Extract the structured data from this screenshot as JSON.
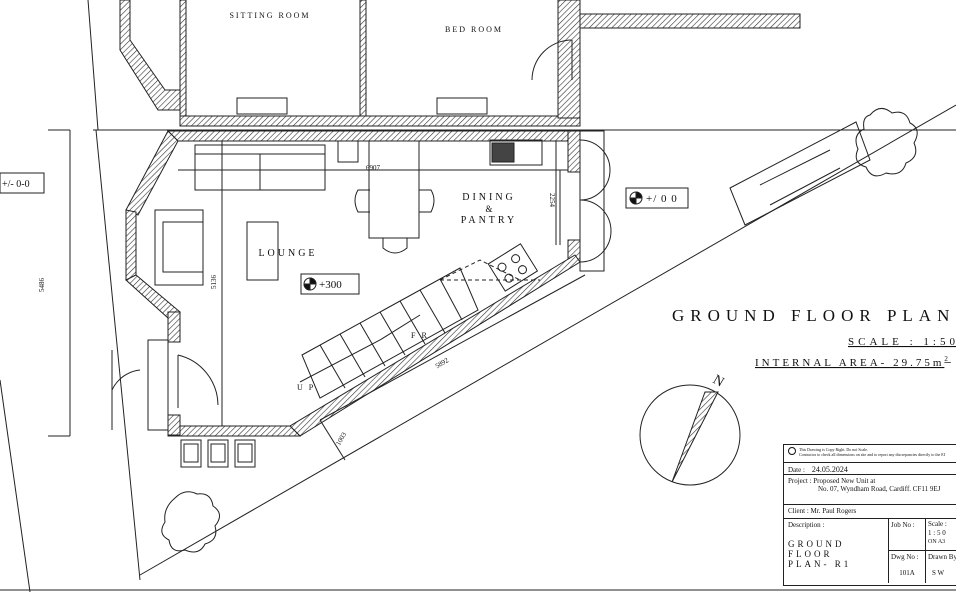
{
  "rooms": {
    "sitting_room": "SITTING ROOM",
    "bed_room": "BED ROOM",
    "lounge": "LOUNGE",
    "dining_1": "DINING",
    "dining_2": "&",
    "dining_3": "PANTRY",
    "fr": "F R",
    "up": "U P"
  },
  "levels": {
    "left": "+/- 0-0",
    "lounge": "+300",
    "outside": "+/ 0 0"
  },
  "dimensions": {
    "d5486": "5486",
    "d5136": "5136",
    "d6907": "6907",
    "d2254": "2254",
    "d5892": "5892",
    "d1003": "1003"
  },
  "plan": {
    "title": "GROUND FLOOR PLAN",
    "scale": "SCALE : 1:50",
    "area": "INTERNAL AREA- 29.75m",
    "area_sup": "2",
    "north": "N"
  },
  "title_block": {
    "copyright_1": "This Drawing is Copy Right. Do not Scale.",
    "copyright_2": "Contractor to check all dimensions on site and to report any discrepancies directly to the EI",
    "date_label": "Date :",
    "date": "24.05.2024",
    "project_label": "Project :",
    "project_1": "Proposed New Unit at",
    "project_2": "No. 07, Wyndham Road, Cardiff.  CF11 9EJ",
    "client": "Client  :  Mr. Paul Rogers",
    "description_label": "Description  :",
    "description_1": "GROUND FLOOR",
    "description_2": "PLAN- R1",
    "job_label": "Job No :",
    "scale_label": "Scale :",
    "scale_value": "1 : 5 0",
    "scale_paper": "ON A3",
    "dwg_label": "Dwg No :",
    "dwg_value": "101A",
    "drawn_label": "Drawn By",
    "drawn_value": "S W"
  }
}
